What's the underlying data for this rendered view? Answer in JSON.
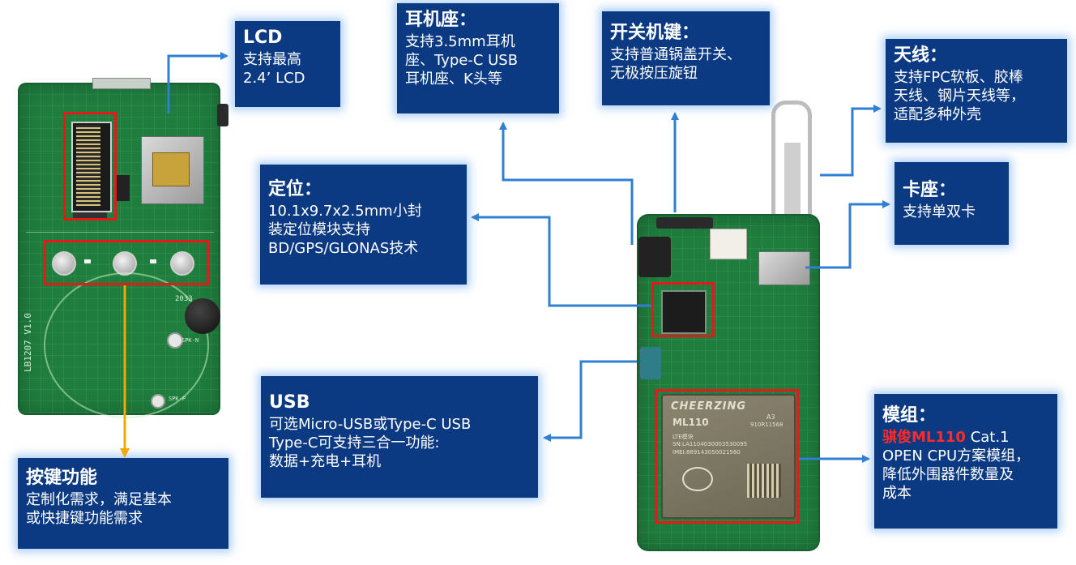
{
  "callouts": {
    "lcd": {
      "title": "LCD",
      "lines": [
        "支持最高",
        "2.4’ LCD"
      ]
    },
    "earphone": {
      "title": "耳机座：",
      "lines": [
        "支持3.5mm耳机",
        "座、Type-C USB",
        "耳机座、K头等"
      ]
    },
    "power_key": {
      "title": "开关机键：",
      "lines": [
        "支持普通锅盖开关、",
        "无极按压旋钮"
      ]
    },
    "antenna": {
      "title": "天线：",
      "lines": [
        "支持FPC软板、胶棒",
        "天线、钢片天线等，",
        "适配多种外壳"
      ]
    },
    "positioning": {
      "title": "定位：",
      "lines": [
        "10.1x9.7x2.5mm小封",
        "装定位模块支持",
        "BD/GPS/GLONAS技术"
      ]
    },
    "sim": {
      "title": "卡座：",
      "lines": [
        "支持单双卡"
      ]
    },
    "usb": {
      "title": "USB",
      "lines": [
        "可选Micro-USB或Type-C USB",
        "Type-C可支持三合一功能:",
        "数据+充电+耳机"
      ]
    },
    "module": {
      "title": "模组：",
      "line1_highlight": "骐俊ML110",
      "line1_rest": " Cat.1",
      "lines": [
        "OPEN CPU方案模组，",
        "降低外围器件数量及",
        "成本"
      ]
    },
    "keys": {
      "title": "按键功能",
      "lines": [
        "定制化需求，满足基本",
        "或快捷键功能需求"
      ]
    }
  },
  "board_left": {
    "silk_side": "LB1207 V1.0",
    "silk_top": "2033",
    "silk_spk_n": "SPK-N",
    "silk_spk_p": "SPK-P"
  },
  "board_right": {
    "module_brand": "CHEERZING",
    "module_model": "ML110",
    "module_variant": "A3",
    "module_lines": [
      "LTE模块",
      "SN:LA1104030003530095",
      "IMEI:869143050021560"
    ],
    "module_code": "910R11568"
  },
  "colors": {
    "callout_bg": "#0b3a82",
    "highlight_red": "#ff2a2a",
    "arrow_blue": "#2f7fd3",
    "arrow_yellow": "#f2a900",
    "box_red": "#e81818",
    "pcb_green": "#1f7d3e"
  }
}
